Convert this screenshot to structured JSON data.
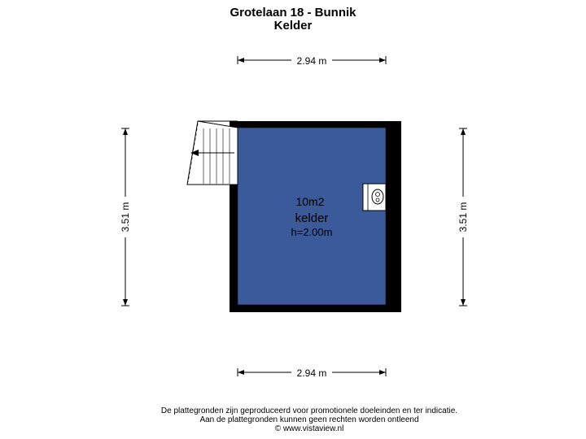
{
  "header": {
    "title": "Grotelaan 18 - Bunnik",
    "subtitle": "Kelder"
  },
  "dimensions": {
    "top": "2.94 m",
    "bottom": "2.94 m",
    "left": "3.51 m",
    "right": "3.51 m"
  },
  "room": {
    "area": "10m2",
    "name": "kelder",
    "height": "h=2.00m",
    "fill_color": "#3a5a9a"
  },
  "icons": [
    "staircase-icon",
    "boiler-icon"
  ],
  "footer": {
    "line1": "De plattegronden zijn geproduceerd voor promotionele doeleinden en ter indicatie.",
    "line2": "Aan de plattegronden kunnen geen rechten worden ontleend",
    "line3": "© www.vistaview.nl"
  }
}
